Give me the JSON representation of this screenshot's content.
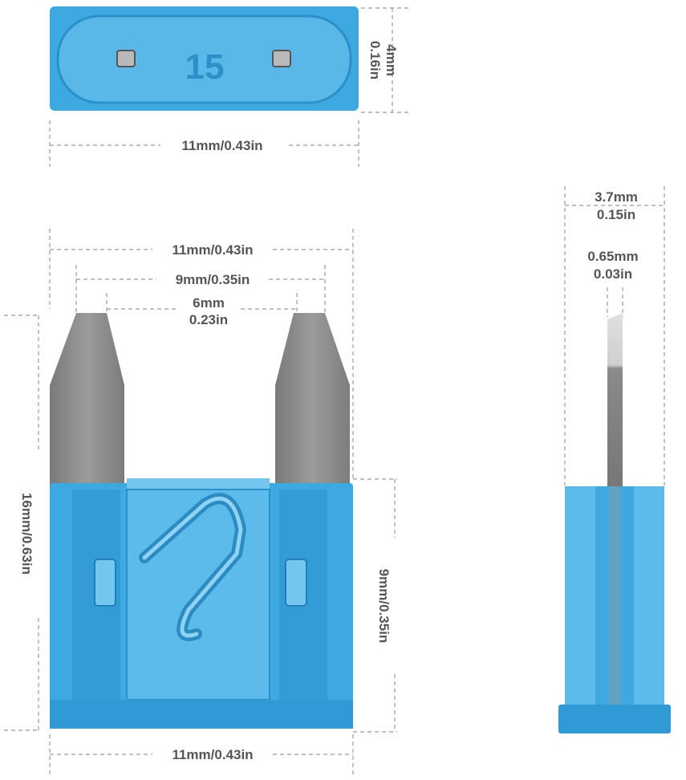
{
  "colors": {
    "fuse_blue": "#3ea9e0",
    "fuse_blue_light": "#74c6ee",
    "fuse_blue_dark": "#1f7fb8",
    "blade_gray": "#8e8e8e",
    "blade_dark": "#6d6d6d",
    "dimension_text": "#555555",
    "dimension_line": "#9a9a9a"
  },
  "top_view": {
    "height_mm": "4mm",
    "height_in": "0.16in",
    "width_label": "11mm/0.43in"
  },
  "front_view": {
    "overall_width": "11mm/0.43in",
    "outer_blade_span": "9mm/0.35in",
    "inner_gap_mm": "6mm",
    "inner_gap_in": "0.23in",
    "total_height": "16mm/0.63in",
    "body_height": "9mm/0.35in",
    "bottom_width": "11mm/0.43in"
  },
  "side_view": {
    "thickness_mm": "3.7mm",
    "thickness_in": "0.15in",
    "blade_thickness_mm": "0.65mm",
    "blade_thickness_in": "0.03in"
  }
}
